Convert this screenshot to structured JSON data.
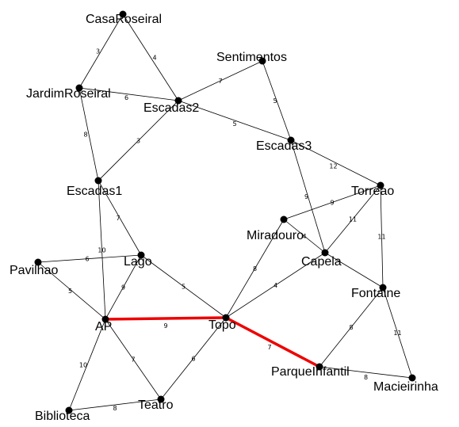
{
  "graph": {
    "nodes": [
      {
        "id": "CasaRoseiral",
        "label": "CasaRoseiral"
      },
      {
        "id": "Sentimentos",
        "label": "Sentimentos"
      },
      {
        "id": "JardimRoseiral",
        "label": "JardimRoseiral"
      },
      {
        "id": "Escadas2",
        "label": "Escadas2"
      },
      {
        "id": "Escadas3",
        "label": "Escadas3"
      },
      {
        "id": "Escadas1",
        "label": "Escadas1"
      },
      {
        "id": "Torreao",
        "label": "Torreao"
      },
      {
        "id": "Miradouro",
        "label": "Miradouro"
      },
      {
        "id": "Capela",
        "label": "Capela"
      },
      {
        "id": "Pavilhao",
        "label": "Pavilhao"
      },
      {
        "id": "Lago",
        "label": "Lago"
      },
      {
        "id": "Fontaine",
        "label": "Fontaine"
      },
      {
        "id": "AP",
        "label": "AP"
      },
      {
        "id": "Topo",
        "label": "Topo"
      },
      {
        "id": "ParqueInfantil",
        "label": "ParqueInfantil"
      },
      {
        "id": "Macieirinha",
        "label": "Macieirinha"
      },
      {
        "id": "Biblioteca",
        "label": "Biblioteca"
      },
      {
        "id": "Teatro",
        "label": "Teatro"
      }
    ],
    "edges": [
      {
        "from": "CasaRoseiral",
        "to": "JardimRoseiral",
        "weight": "3"
      },
      {
        "from": "CasaRoseiral",
        "to": "Escadas2",
        "weight": "4"
      },
      {
        "from": "JardimRoseiral",
        "to": "Escadas2",
        "weight": "6"
      },
      {
        "from": "JardimRoseiral",
        "to": "Escadas1",
        "weight": "8"
      },
      {
        "from": "Sentimentos",
        "to": "Escadas2",
        "weight": "7"
      },
      {
        "from": "Sentimentos",
        "to": "Escadas3",
        "weight": "5"
      },
      {
        "from": "Escadas2",
        "to": "Escadas3",
        "weight": "5"
      },
      {
        "from": "Escadas2",
        "to": "Escadas1",
        "weight": "3"
      },
      {
        "from": "Escadas3",
        "to": "Torreao",
        "weight": "12"
      },
      {
        "from": "Escadas3",
        "to": "Capela",
        "weight": "9"
      },
      {
        "from": "Escadas1",
        "to": "Lago",
        "weight": "7"
      },
      {
        "from": "Escadas1",
        "to": "AP",
        "weight": "10"
      },
      {
        "from": "Torreao",
        "to": "Miradouro",
        "weight": "9"
      },
      {
        "from": "Torreao",
        "to": "Capela",
        "weight": "11"
      },
      {
        "from": "Torreao",
        "to": "Fontaine",
        "weight": "11"
      },
      {
        "from": "Miradouro",
        "to": "Capela",
        "weight": "4"
      },
      {
        "from": "Miradouro",
        "to": "Topo",
        "weight": "8"
      },
      {
        "from": "Capela",
        "to": "Topo",
        "weight": "4"
      },
      {
        "from": "Capela",
        "to": "Fontaine",
        "weight": ""
      },
      {
        "from": "Pavilhao",
        "to": "Lago",
        "weight": "6"
      },
      {
        "from": "Pavilhao",
        "to": "AP",
        "weight": "5"
      },
      {
        "from": "Lago",
        "to": "AP",
        "weight": "9"
      },
      {
        "from": "Lago",
        "to": "Topo",
        "weight": "5"
      },
      {
        "from": "Fontaine",
        "to": "ParqueInfantil",
        "weight": "8"
      },
      {
        "from": "Fontaine",
        "to": "Macieirinha",
        "weight": "11"
      },
      {
        "from": "AP",
        "to": "Topo",
        "weight": "9",
        "highlight": true
      },
      {
        "from": "AP",
        "to": "Teatro",
        "weight": "7"
      },
      {
        "from": "AP",
        "to": "Biblioteca",
        "weight": "10"
      },
      {
        "from": "Topo",
        "to": "ParqueInfantil",
        "weight": "7",
        "highlight": true
      },
      {
        "from": "Topo",
        "to": "Teatro",
        "weight": "6"
      },
      {
        "from": "ParqueInfantil",
        "to": "Macieirinha",
        "weight": "8"
      },
      {
        "from": "Biblioteca",
        "to": "Teatro",
        "weight": "8"
      }
    ],
    "colors": {
      "edge": "#000000",
      "highlight": "#ee0000",
      "node": "#000000",
      "background": "#ffffff"
    }
  }
}
